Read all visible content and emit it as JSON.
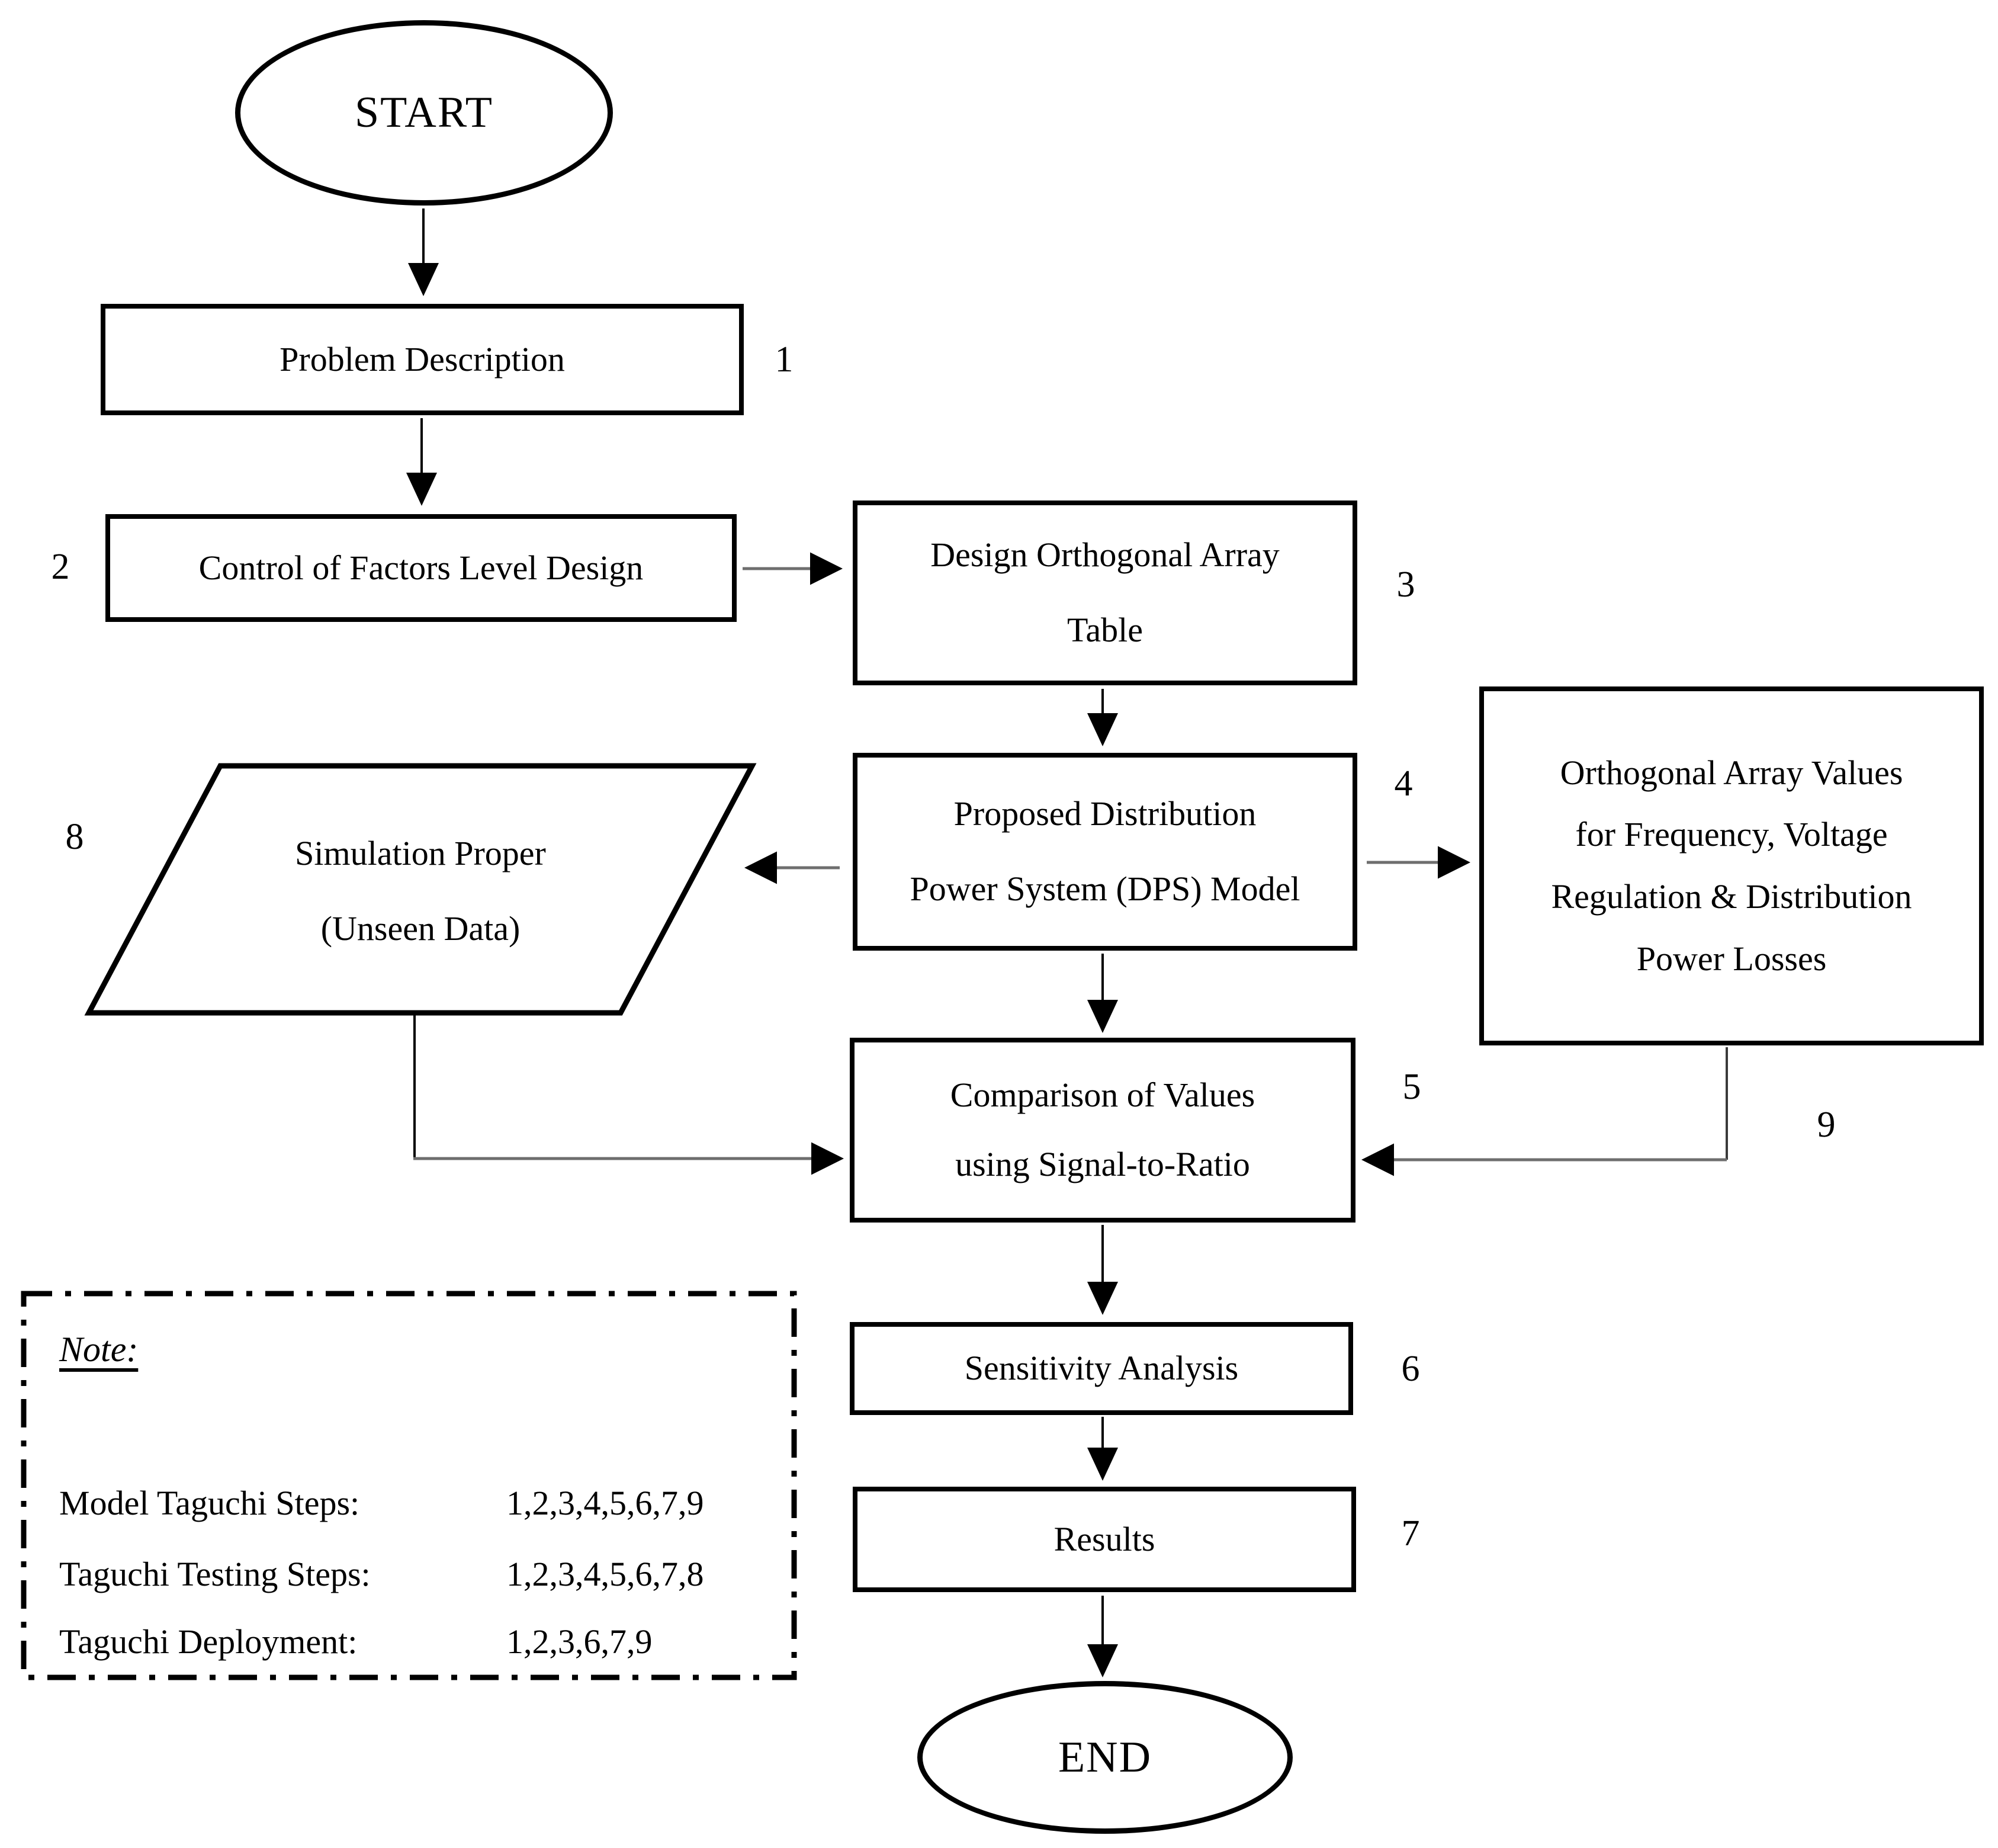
{
  "diagram": {
    "kind": "flowchart",
    "colors": {
      "ink": "#000000",
      "connector_gray": "#6e6e6e",
      "background": "#ffffff"
    }
  },
  "nodes": {
    "start": {
      "label": "START"
    },
    "problem": {
      "label": "Problem Description",
      "step": "1"
    },
    "control": {
      "label": "Control of Factors Level Design",
      "step": "2"
    },
    "design": {
      "line1": "Design Orthogonal Array",
      "line2": "Table",
      "step": "3"
    },
    "dps": {
      "line1": "Proposed Distribution",
      "line2": "Power System (DPS) Model",
      "step": "4"
    },
    "comparison": {
      "line1": "Comparison of Values",
      "line2": "using Signal-to-Ratio",
      "step": "5"
    },
    "sensitivity": {
      "label": "Sensitivity Analysis",
      "step": "6"
    },
    "results": {
      "label": "Results",
      "step": "7"
    },
    "simulation": {
      "line1": "Simulation Proper",
      "line2": "(Unseen Data)",
      "step": "8"
    },
    "orthogonal_values": {
      "line1": "Orthogonal Array Values",
      "line2": "for Frequency, Voltage",
      "line3": "Regulation & Distribution",
      "line4": "Power Losses",
      "step": "9"
    },
    "end": {
      "label": "END"
    }
  },
  "note": {
    "title": "Note:",
    "rows": [
      {
        "label": "Model Taguchi Steps:",
        "value": "1,2,3,4,5,6,7,9"
      },
      {
        "label": "Taguchi Testing Steps:",
        "value": "1,2,3,4,5,6,7,8"
      },
      {
        "label": "Taguchi Deployment:",
        "value": "1,2,3,6,7,9"
      }
    ]
  }
}
